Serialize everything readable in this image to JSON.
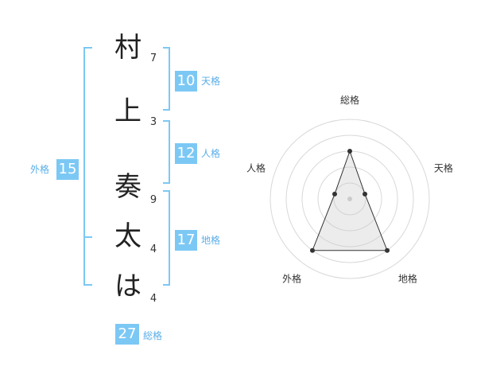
{
  "name_chars": [
    {
      "char": "村",
      "strokes": "7"
    },
    {
      "char": "上",
      "strokes": "3"
    },
    {
      "char": "奏",
      "strokes": "9"
    },
    {
      "char": "太",
      "strokes": "4"
    },
    {
      "char": "は",
      "strokes": "4"
    }
  ],
  "fortune": {
    "tenkaku": {
      "value": "10",
      "label": "天格"
    },
    "jinkaku": {
      "value": "12",
      "label": "人格"
    },
    "chikaku": {
      "value": "17",
      "label": "地格"
    },
    "gaikaku": {
      "value": "15",
      "label": "外格"
    },
    "soukaku": {
      "value": "27",
      "label": "総格"
    }
  },
  "colors": {
    "accent": "#7cc8f5",
    "label": "#5aaee8",
    "text": "#222222"
  },
  "chart_data": {
    "type": "radar",
    "axes": [
      "総格",
      "天格",
      "地格",
      "外格",
      "人格"
    ],
    "values": [
      3,
      1,
      4,
      4,
      1
    ],
    "max": 5,
    "rings": 5,
    "grid": true
  }
}
